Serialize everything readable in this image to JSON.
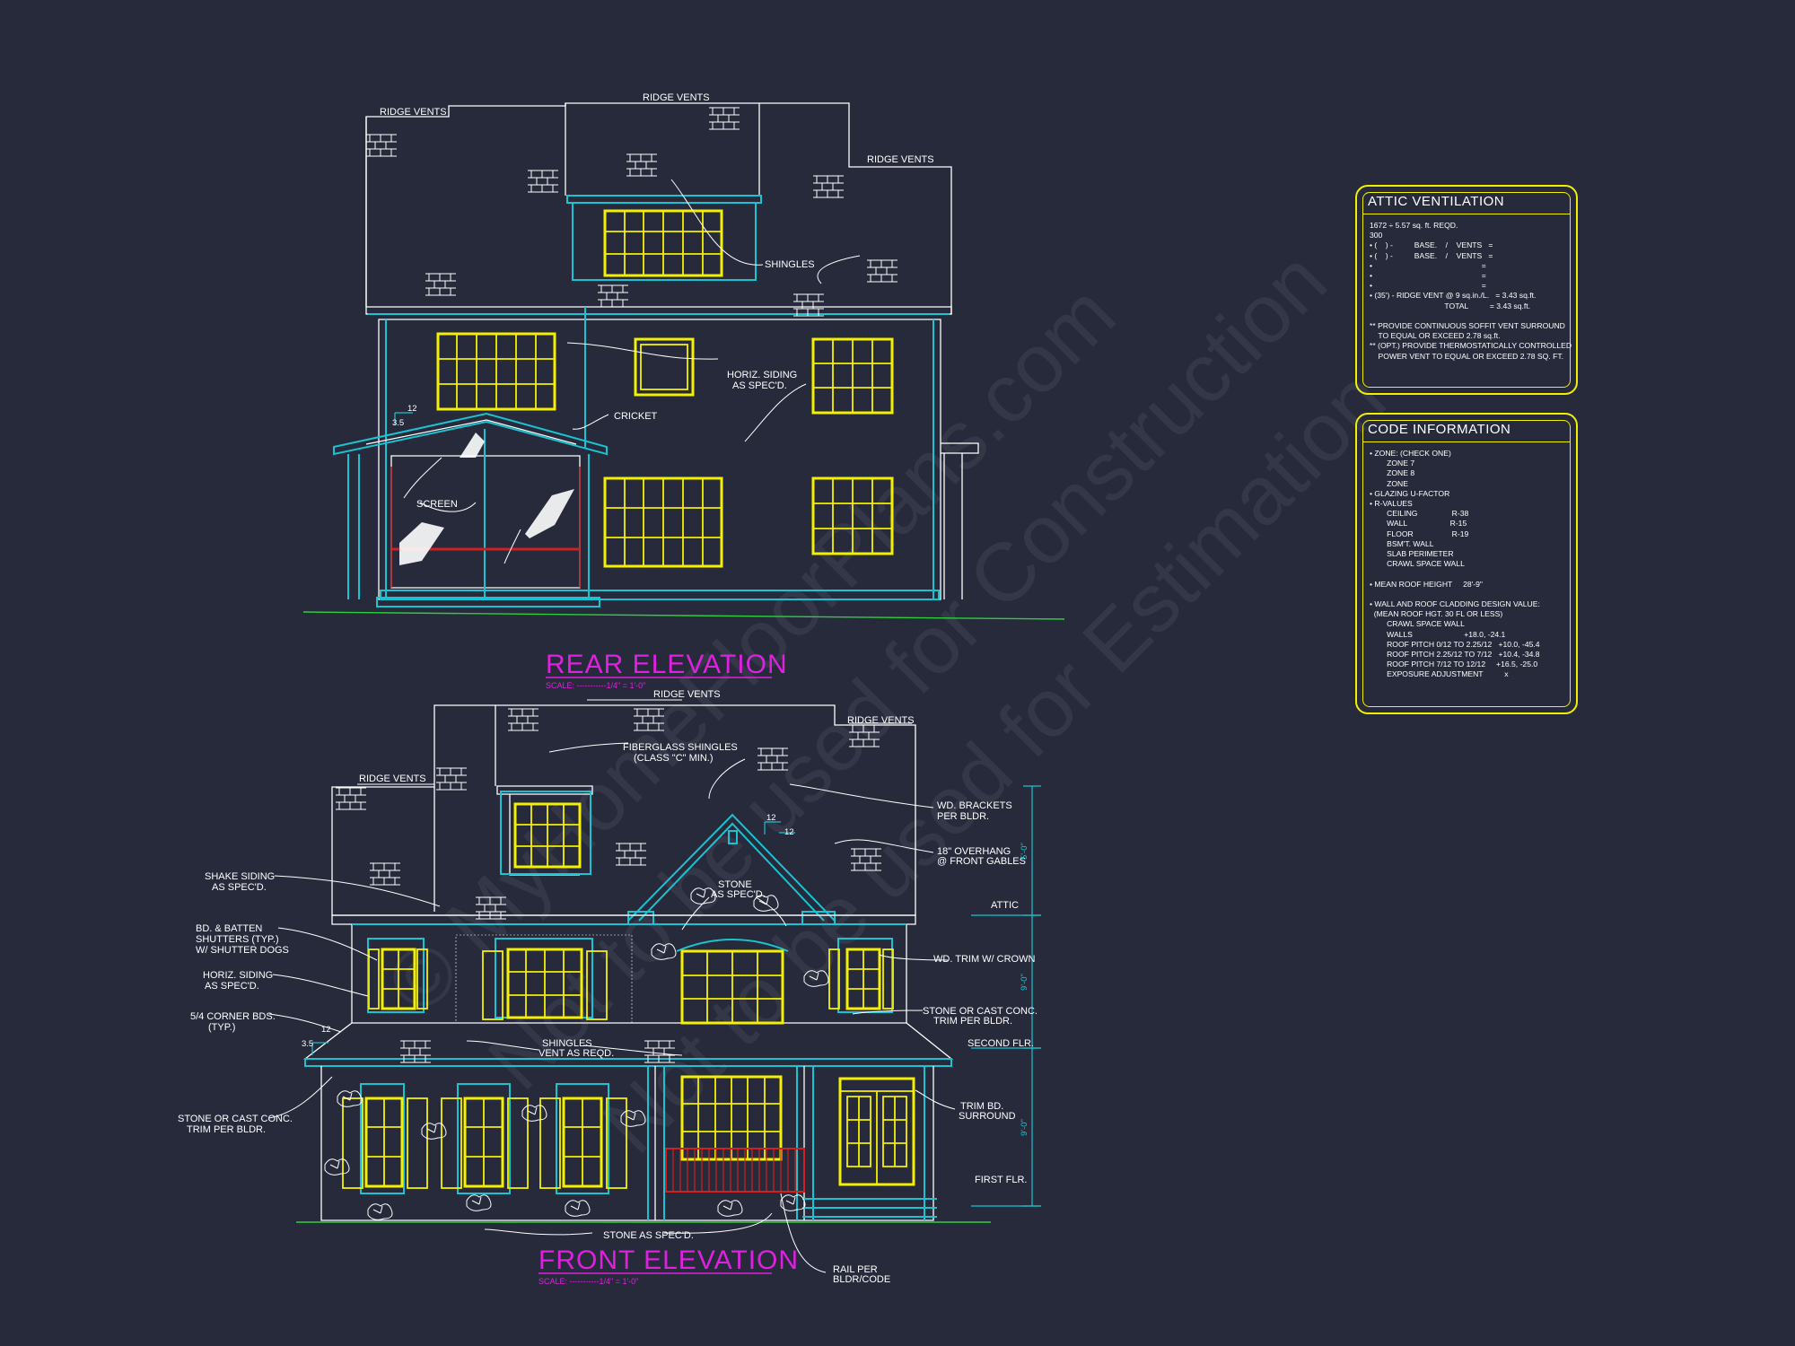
{
  "watermark": {
    "line1": "© MyHomeFloorPlans.com",
    "line2": "Not to be used for Construction",
    "line3": "Not to be used for Estimation"
  },
  "rear": {
    "title": "REAR ELEVATION",
    "scale": "SCALE: -----------1/4\" = 1'-0\"",
    "labels": {
      "ridge_left": "RIDGE VENTS",
      "ridge_top": "RIDGE VENTS",
      "ridge_right": "RIDGE VENTS",
      "shingles": "SHINGLES",
      "horiz_1": "HORIZ. SIDING",
      "horiz_2": "AS SPEC'D.",
      "cricket": "CRICKET",
      "screen": "SCREEN",
      "pitch_12": "12",
      "pitch_35": "3.5"
    }
  },
  "front": {
    "title": "FRONT ELEVATION",
    "scale": "SCALE: -----------1/4\" = 1'-0\"",
    "labels": {
      "ridge_top": "RIDGE VENTS",
      "ridge_right": "RIDGE VENTS",
      "ridge_left": "RIDGE VENTS",
      "fiber_1": "FIBERGLASS SHINGLES",
      "fiber_2": "(CLASS \"C\" MIN.)",
      "shake_1": "SHAKE SIDING",
      "shake_2": "AS SPEC'D.",
      "batten_1": "BD. & BATTEN",
      "batten_2": "SHUTTERS (TYP.)",
      "batten_3": "W/ SHUTTER DOGS",
      "horiz_1": "HORIZ. SIDING",
      "horiz_2": "AS SPEC'D.",
      "corner_1": "5/4 CORNER BDS.",
      "corner_2": "(TYP.)",
      "stonecast_1": "STONE OR CAST CONC.",
      "stonecast_2": "TRIM PER BLDR.",
      "brackets_1": "WD. BRACKETS",
      "brackets_2": "PER BLDR.",
      "overhang_1": "18\" OVERHANG",
      "overhang_2": "@ FRONT GABLES",
      "stone_1": "STONE",
      "stone_2": "AS SPEC'D.",
      "attic": "ATTIC",
      "trim_crown": "WD. TRIM W/ CROWN",
      "stonecast_r1": "STONE OR CAST CONC.",
      "stonecast_r2": "TRIM PER BLDR.",
      "second_flr": "SECOND FLR.",
      "shingles_vent_1": "SHINGLES",
      "shingles_vent_2": "VENT AS REQD.",
      "trimbd_1": "TRIM BD.",
      "trimbd_2": "SURROUND",
      "first_flr": "FIRST FLR.",
      "stone_bottom": "STONE AS SPEC'D.",
      "rail_1": "RAIL PER",
      "rail_2": "BLDR/CODE",
      "dim_top": "5'-0\"",
      "dim_mid": "9'-0\"",
      "dim_bot": "9'-0\"",
      "pitch_12a": "12",
      "pitch_12b": "12",
      "pitch_12c": "12",
      "pitch_35": "3.5"
    }
  },
  "attic_panel": {
    "title": "ATTIC VENTILATION",
    "body": "1672 ÷ 5.57 sq. ft. REQD.\n300\n• (    ) -          BASE.    /    VENTS   =\n• (    ) -          BASE.    /    VENTS   =\n•                                                   =\n•                                                   =\n•                                                   =\n• (35') - RIDGE VENT @ 9 sq.in./L.   = 3.43 sq.ft.\n                                   TOTAL          = 3.43 sq.ft.\n\n** PROVIDE CONTINUOUS SOFFIT VENT SURROUND\n    TO EQUAL OR EXCEED 2.78 sq.ft.\n** (OPT.) PROVIDE THERMOSTATICALLY CONTROLLED\n    POWER VENT TO EQUAL OR EXCEED 2.78 SQ. FT."
  },
  "code_panel": {
    "title": "CODE INFORMATION",
    "body": "• ZONE: (CHECK ONE)\n        ZONE 7\n        ZONE 8\n        ZONE\n• GLAZING U-FACTOR\n• R-VALUES\n        CEILING                R-38\n        WALL                    R-15\n        FLOOR                  R-19\n        BSM'T. WALL\n        SLAB PERIMETER\n        CRAWL SPACE WALL\n\n• MEAN ROOF HEIGHT     28'-9\"\n\n• WALL AND ROOF CLADDING DESIGN VALUE:\n  (MEAN ROOF HGT. 30 FL OR LESS)\n        CRAWL SPACE WALL\n        WALLS                        +18.0, -24.1\n        ROOF PITCH 0/12 TO 2.25/12   +10.0, -45.4\n        ROOF PITCH 2.25/12 TO 7/12   +10.4, -34.8\n        ROOF PITCH 7/12 TO 12/12     +16.5, -25.0\n        EXPOSURE ADJUSTMENT          x"
  },
  "colors": {
    "background": "#262a3b",
    "window": "#f4f000",
    "trim": "#19c3d1",
    "title": "#e020e0",
    "rail": "#d02020",
    "panel_border": "#f2f000"
  }
}
